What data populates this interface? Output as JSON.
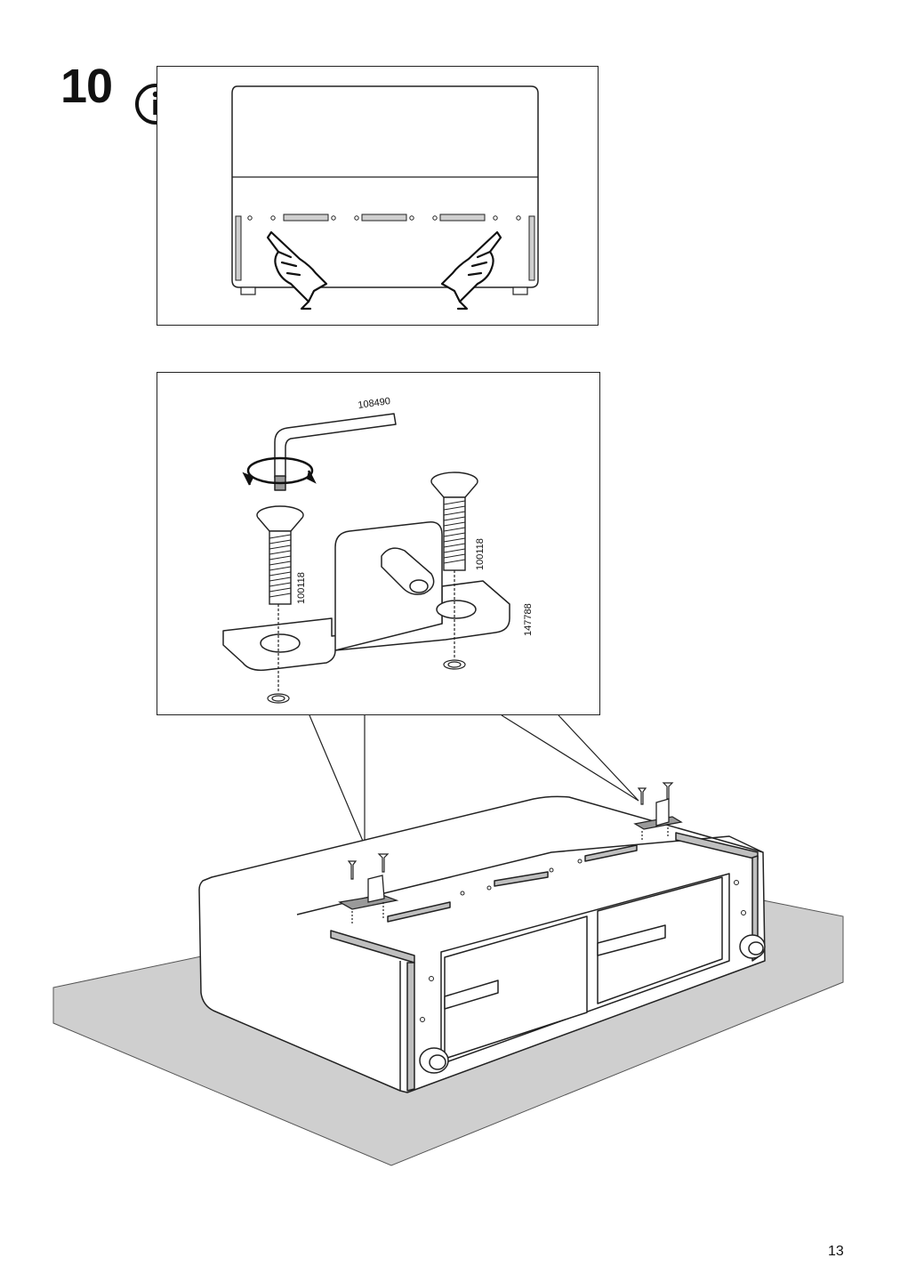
{
  "step": {
    "number": "10"
  },
  "icons": {
    "info": "info-icon"
  },
  "parts": {
    "hex_key": "108490",
    "screw_left": "100118",
    "screw_right": "100118",
    "bracket": "147788"
  },
  "page": {
    "number": "13"
  }
}
